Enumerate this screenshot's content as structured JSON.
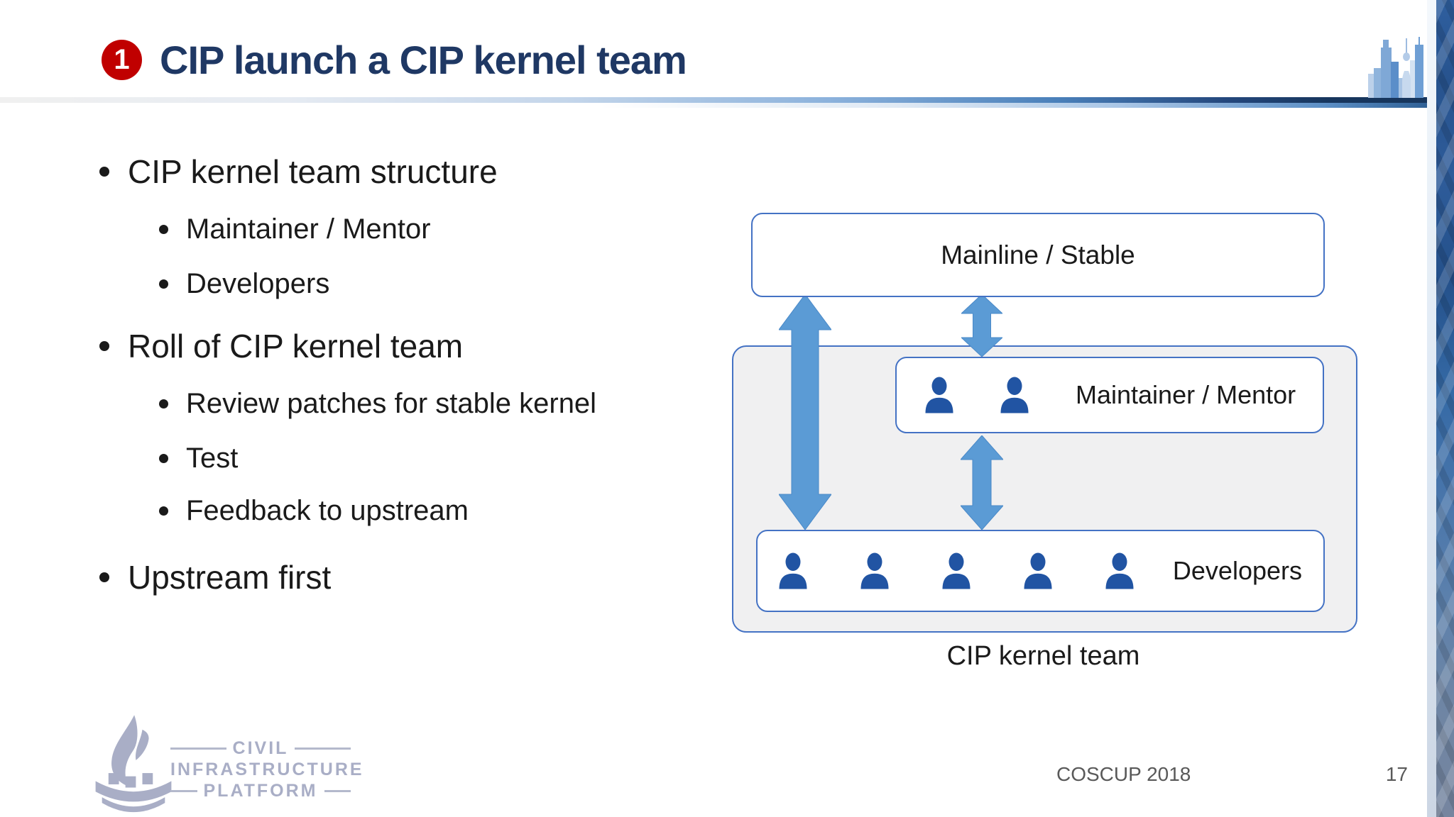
{
  "header": {
    "badge": "1",
    "title": "CIP launch a CIP kernel team"
  },
  "bullets": [
    {
      "level": 1,
      "text": "CIP kernel team structure"
    },
    {
      "level": 2,
      "text": "Maintainer / Mentor"
    },
    {
      "level": 2,
      "text": "Developers"
    },
    {
      "level": 1,
      "text": "Roll of CIP kernel team"
    },
    {
      "level": 2,
      "text": "Review patches for stable kernel"
    },
    {
      "level": 2,
      "text": "Test"
    },
    {
      "level": 2,
      "text": "Feedback to upstream"
    },
    {
      "level": 1,
      "text": "Upstream first"
    }
  ],
  "diagram": {
    "mainline": {
      "label": "Mainline / Stable"
    },
    "maintainer": {
      "label": "Maintainer / Mentor",
      "members": 2
    },
    "developers": {
      "label": "Developers",
      "members": 5
    },
    "team_label": "CIP kernel team",
    "arrows": [
      {
        "name": "mainline-developers",
        "type": "double-headed-vertical"
      },
      {
        "name": "mainline-maintainer",
        "type": "double-headed-vertical"
      },
      {
        "name": "maintainer-developers",
        "type": "double-headed-vertical"
      }
    ]
  },
  "logo": {
    "lines": [
      "CIVIL",
      "INFRASTRUCTURE",
      "PLATFORM"
    ]
  },
  "footer": {
    "event": "COSCUP 2018",
    "page_number": "17"
  },
  "colors": {
    "title_navy": "#1f3864",
    "badge_red": "#c00000",
    "body_text": "#1a1a1a",
    "box_border_blue": "#4472c4",
    "arrow_blue": "#5b9bd5",
    "person_blue": "#2154a3",
    "container_gray": "#f0f0f1",
    "footer_gray": "#595959",
    "logo_gray": "#a9aec6"
  }
}
